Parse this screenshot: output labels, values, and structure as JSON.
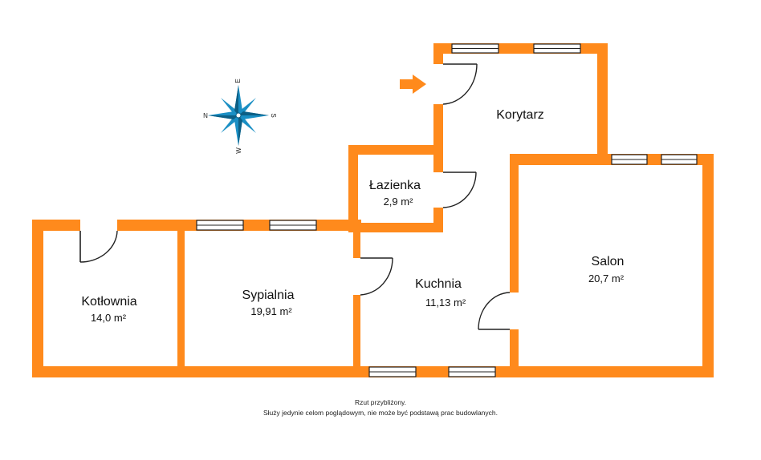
{
  "colors": {
    "wall": "#ff8a1c",
    "compass": "#1a8fc4",
    "text": "#111111"
  },
  "rooms": {
    "korytarz": {
      "name": "Korytarz",
      "area": ""
    },
    "lazienka": {
      "name": "Łazienka",
      "area": "2,9 m²"
    },
    "kotlownia": {
      "name": "Kotłownia",
      "area": "14,0 m²"
    },
    "sypialnia": {
      "name": "Sypialnia",
      "area": "19,91 m²"
    },
    "kuchnia": {
      "name": "Kuchnia",
      "area": "11,13 m²"
    },
    "salon": {
      "name": "Salon",
      "area": "20,7 m²"
    }
  },
  "compass": {
    "n": "N",
    "s": "S",
    "e": "E",
    "w": "W"
  },
  "entrance_icon": "arrow-right-icon",
  "footer": {
    "line1": "Rzut przybliżony.",
    "line2": "Służy jedynie celom poglądowym, nie może być podstawą prac budowlanych."
  }
}
